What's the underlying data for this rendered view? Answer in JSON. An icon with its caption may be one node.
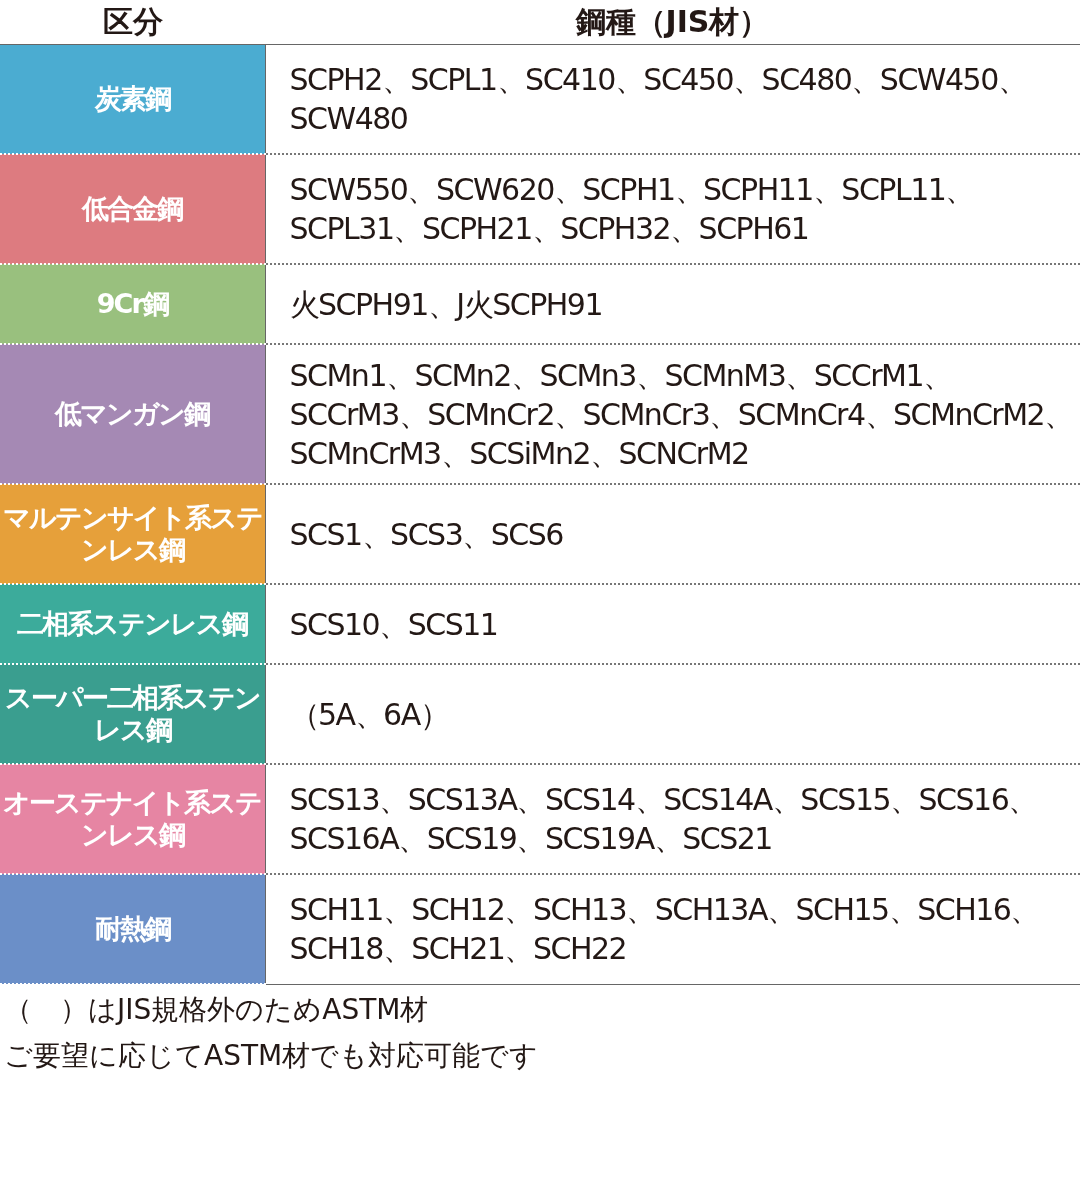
{
  "diagram": {
    "labels": [
      "区分",
      "鋼種（JIS材）",
      "炭素鋼",
      "SCPH2、SCPL1、SC410、SC450、SC480、SCW450、SCW480",
      "低合金鋼",
      "SCW550、SCW620、SCPH1、SCPH11、SCPL11、SCPL31、SCPH21、SCPH32、SCPH61",
      "9Cr鋼",
      "火SCPH91、J火SCPH91",
      "低マンガン鋼",
      "SCMn1、SCMn2、SCMn3、SCMnM3、SCCrM1、SCCrM3、SCMnCr2、SCMnCr3、SCMnCr4、SCMnCrM2、SCMnCrM3、SCSiMn2、SCNCrM2",
      "マルテンサイト系ステンレス鋼",
      "SCS1、SCS3、SCS6",
      "二相系ステンレス鋼",
      "SCS10、SCS11",
      "スーパー二相系ステンレス鋼",
      "（5A、6A）",
      "オーステナイト系ステンレス鋼",
      "SCS13、SCS13A、SCS14、SCS14A、SCS15、SCS16、SCS16A、SCS19、SCS19A、SCS21",
      "耐熱鋼",
      "SCH11、SCH12、SCH13、SCH13A、SCH15、SCH16、SCH18、SCH21、SCH22",
      "（　）はJIS規格外のためASTM材",
      "ご要望に応じてASTM材でも対応可能です"
    ]
  }
}
